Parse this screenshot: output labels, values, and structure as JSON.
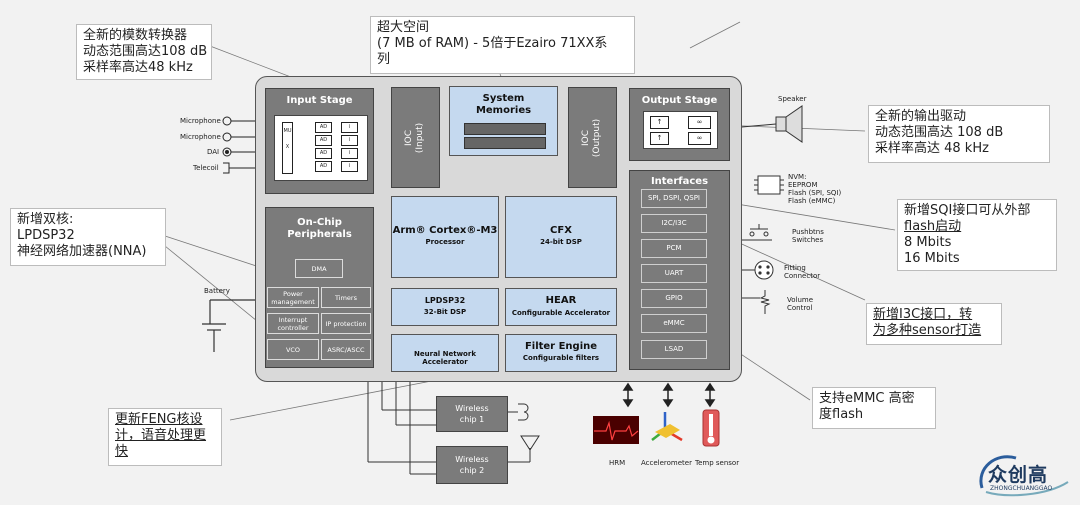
{
  "callouts": {
    "adc": [
      "全新的模数转换器",
      "动态范围高达108 dB",
      "采样率高达48 kHz"
    ],
    "memory": [
      "超大空间",
      "(7 MB of RAM) - 5倍于Ezairo 71XX系",
      "列"
    ],
    "output": [
      "全新的输出驱动",
      "动态范围高达 108 dB",
      "采样率高达 48 kHz"
    ],
    "dualcore": [
      "新增双核:",
      "LPDSP32",
      "神经网络加速器(NNA)"
    ],
    "sqi": [
      "新增SQI接口可从外部",
      "flash启动",
      "8 Mbits",
      "16 Mbits"
    ],
    "i3c": [
      "新增I3C接口，转",
      "为多种sensor打造"
    ],
    "emmc": [
      "支持eMMC 高密",
      "度flash"
    ],
    "feng": [
      "更新FENG核设",
      "计，语音处理更",
      "快"
    ]
  },
  "input_stage": {
    "title": "Input Stage",
    "mux": "MUX",
    "adc_label": "AD",
    "sources": [
      "Microphone",
      "Microphone",
      "DAI",
      "Telecoil"
    ]
  },
  "ioc_input": "IOC\n(Input)",
  "ioc_output": "IOC\n(Output)",
  "system_memories": "System\nMemories",
  "output_stage": {
    "title": "Output Stage",
    "speaker": "Speaker"
  },
  "peripherals": {
    "title": "On-Chip\nPeripherals",
    "items": [
      "DMA",
      "Power management",
      "Timers",
      "Interrupt controller",
      "IP protection",
      "VCO",
      "ASRC/ASCC"
    ],
    "battery": "Battery"
  },
  "arm": {
    "title": "Arm® Cortex®-M3",
    "sub": "Processor"
  },
  "cfx": {
    "title": "CFX",
    "sub": "24-bit DSP"
  },
  "lpdsp": {
    "title": "LPDSP32",
    "sub": "32-Bit DSP"
  },
  "hear": {
    "title": "HEAR",
    "sub": "Configurable Accelerator"
  },
  "nna": {
    "title": "Neural Network Accelerator"
  },
  "filter": {
    "title": "Filter Engine",
    "sub": "Configurable filters"
  },
  "interfaces": {
    "title": "Interfaces",
    "items": [
      "SPI, DSPI, QSPI",
      "I2C/I3C",
      "PCM",
      "UART",
      "GPIO",
      "eMMC",
      "LSAD"
    ]
  },
  "externals": {
    "nvm": [
      "NVM:",
      "EEPROM",
      "Flash (SPI, SQI)",
      "Flash (eMMC)"
    ],
    "pushbtns": [
      "Pushbtns",
      "Switches"
    ],
    "fitting": [
      "Fitting",
      "Connector"
    ],
    "volume": [
      "Volume",
      "Control"
    ],
    "sensors": [
      "HRM",
      "Accelerometer",
      "Temp sensor"
    ]
  },
  "wireless": [
    "Wireless\nchip 1",
    "Wireless\nchip 2"
  ],
  "logo": {
    "cn": "众创高",
    "en": "ZHONGCHUANGGAO"
  }
}
